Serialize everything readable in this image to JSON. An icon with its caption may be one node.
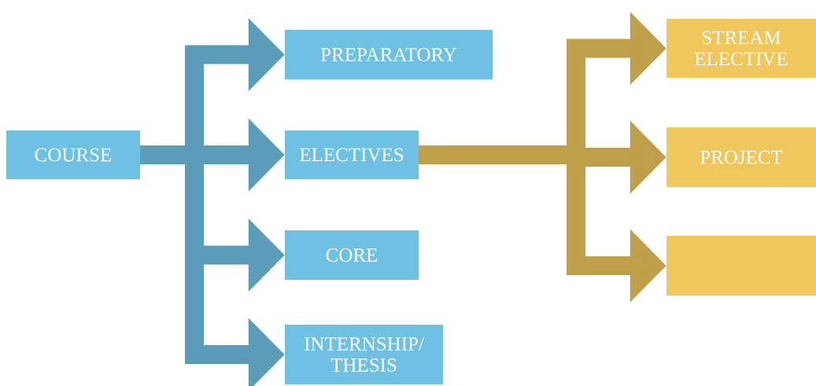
{
  "diagram": {
    "nodes": [
      {
        "text": [
          "COURSE"
        ]
      },
      {
        "text": [
          "PREPARATORY"
        ]
      },
      {
        "text": [
          "ELECTIVES"
        ]
      },
      {
        "text": [
          "CORE"
        ]
      },
      {
        "text": [
          "INTERNSHIP/ THESIS"
        ]
      },
      {
        "text": [
          "STREAM ELECTIVE"
        ]
      },
      {
        "text": [
          "PROJECT"
        ]
      },
      {
        "text": [],
        "shape": "box"
      }
    ],
    "edges": [
      {
        "from": 0,
        "to": 1,
        "arrow": "to"
      },
      {
        "from": 0,
        "to": 2,
        "arrow": "to"
      },
      {
        "from": 0,
        "to": 3,
        "arrow": "to"
      },
      {
        "from": 0,
        "to": 4,
        "arrow": "to"
      },
      {
        "from": 2,
        "to": 5,
        "arrow": "to",
        "color": "#bf9f4a"
      },
      {
        "from": 2,
        "to": 6,
        "arrow": "to",
        "color": "#bf9f4a"
      },
      {
        "from": 2,
        "to": 7,
        "arrow": "to",
        "color": "#bf9f4a"
      }
    ]
  }
}
